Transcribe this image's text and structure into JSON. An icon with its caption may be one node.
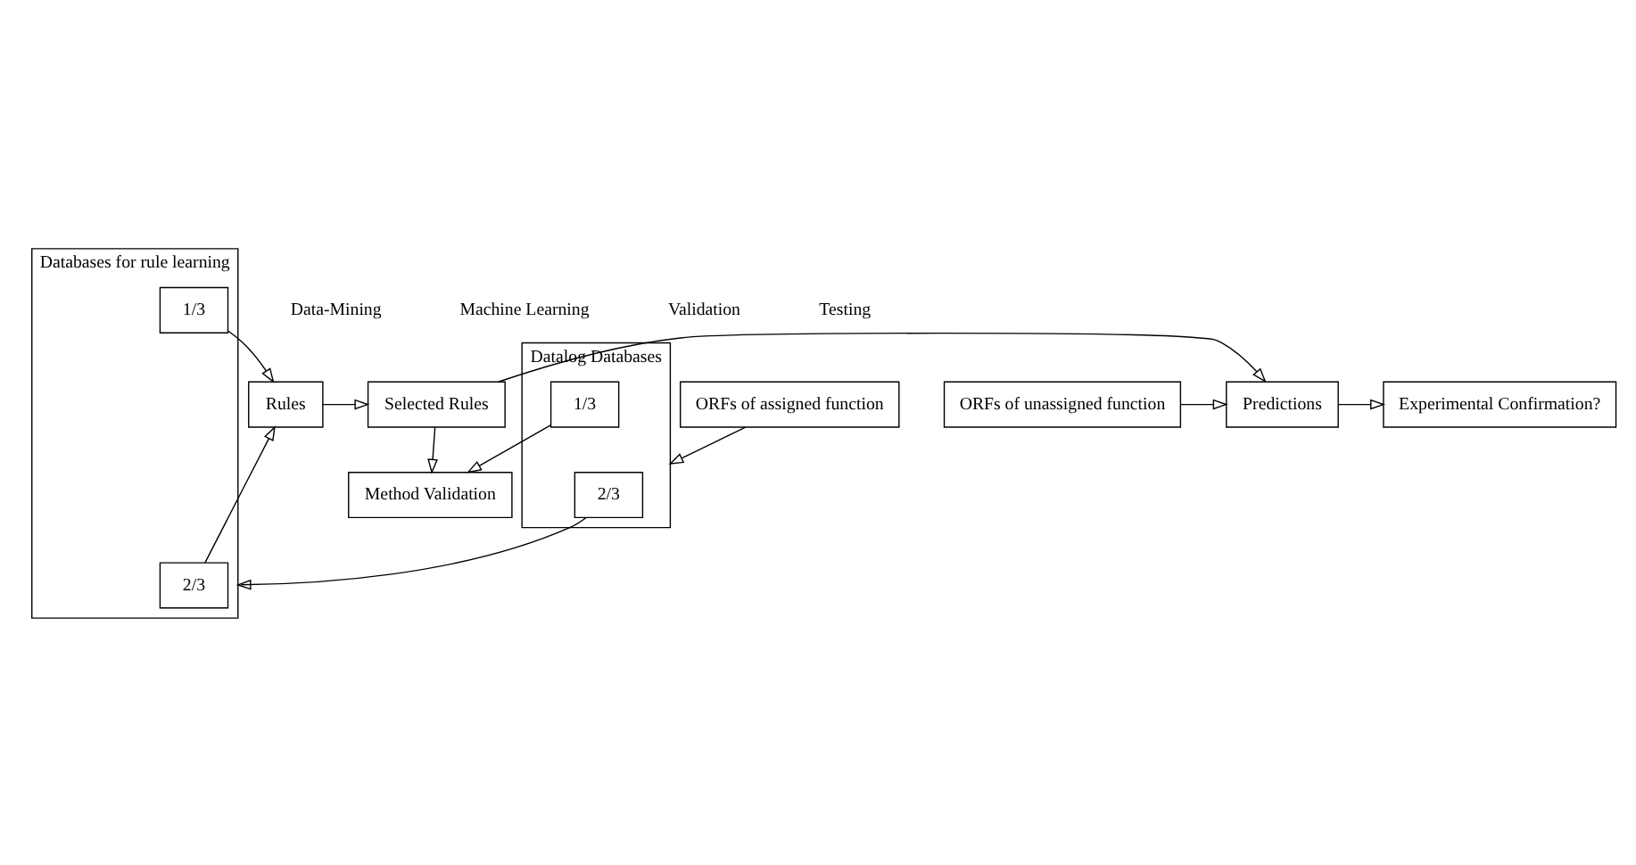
{
  "diagram": {
    "nodes": [
      {
        "text": [
          "ORFs of assigned function"
        ]
      },
      {
        "text": [
          "Datalog Databases"
        ]
      },
      {
        "text": [
          "2/3"
        ],
        "in": 1
      },
      {
        "text": [
          "1/3"
        ],
        "in": 1
      },
      {
        "text": [
          "ORFs of unassigned function"
        ]
      },
      {
        "text": [
          "Databases for rule learning"
        ]
      },
      {
        "text": [
          "2/3"
        ],
        "in": 5
      },
      {
        "text": [
          "1/3"
        ],
        "in": 5
      },
      {
        "text": [
          "Method Validation"
        ]
      },
      {
        "text": [
          "Rules"
        ]
      },
      {
        "text": [
          "Selected Rules"
        ]
      },
      {
        "text": [
          "Predictions"
        ]
      },
      {
        "text": [
          "Experimental Confirmation?"
        ]
      }
    ],
    "edges": [
      {
        "from": 0,
        "to": 1,
        "arrow": "to"
      },
      {
        "from": 2,
        "to": 5,
        "arrow": "to"
      },
      {
        "from": 3,
        "to": 8,
        "arrow": "to"
      },
      {
        "from": 6,
        "to": 9,
        "arrow": "to"
      },
      {
        "from": 7,
        "to": 9,
        "arrow": "to"
      },
      {
        "from": 4,
        "to": 11,
        "arrow": "to"
      },
      {
        "from": 9,
        "to": 10,
        "arrow": "to"
      },
      {
        "from": 10,
        "to": 8,
        "arrow": "to"
      },
      {
        "from": 10,
        "to": 11,
        "arrow": "to"
      },
      {
        "from": 11,
        "to": 12,
        "arrow": "to"
      }
    ],
    "labels": [
      "Data-Mining",
      "Machine Learning",
      "Validation",
      "Testing"
    ]
  }
}
